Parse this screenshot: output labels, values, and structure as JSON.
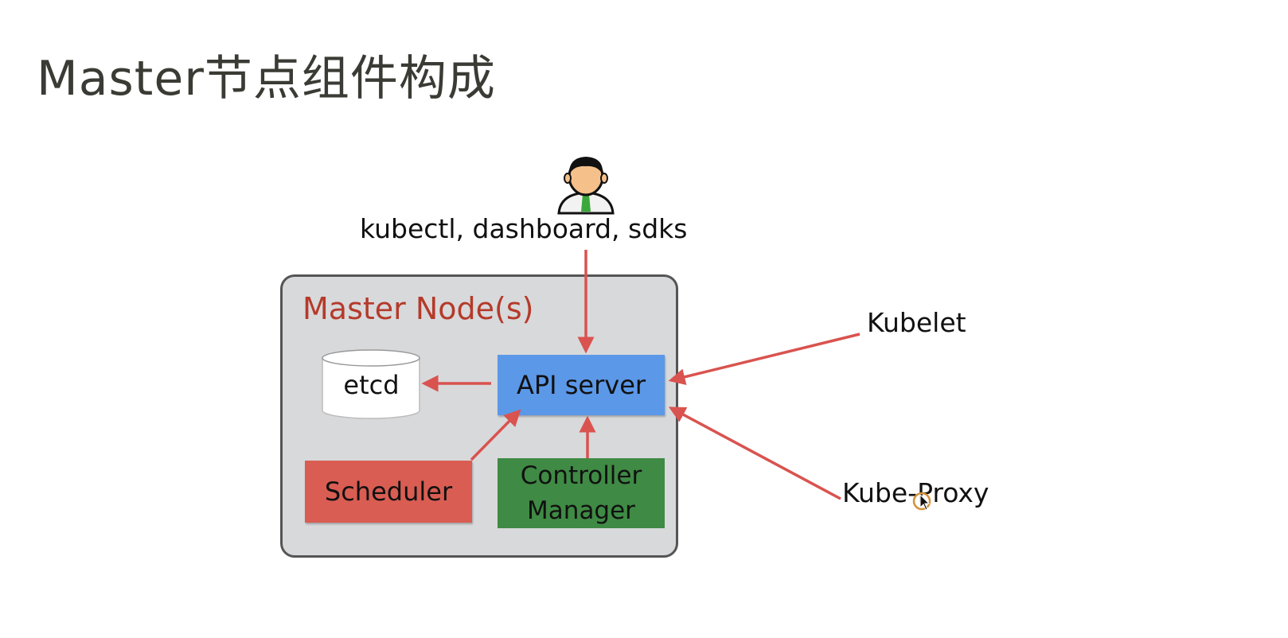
{
  "slide": {
    "title": "Master节点组件构成"
  },
  "diagram": {
    "client": {
      "icon": "user-icon",
      "label": "kubectl, dashboard, sdks"
    },
    "master_node": {
      "label": "Master Node(s)",
      "components": {
        "etcd": "etcd",
        "api_server": "API server",
        "scheduler": "Scheduler",
        "controller_manager_line1": "Controller",
        "controller_manager_line2": "Manager"
      }
    },
    "external": {
      "kubelet": "Kubelet",
      "kube_proxy": "Kube-Proxy"
    },
    "colors": {
      "arrow": "#d9534f",
      "api_server": "#5b98e8",
      "scheduler": "#d95d52",
      "controller_manager": "#3f8a44",
      "master_label": "#b53a2a",
      "master_bg": "#d8d9db"
    },
    "connections": [
      {
        "from": "client",
        "to": "api_server"
      },
      {
        "from": "api_server",
        "to": "etcd"
      },
      {
        "from": "scheduler",
        "to": "api_server"
      },
      {
        "from": "controller_manager",
        "to": "api_server"
      },
      {
        "from": "kubelet",
        "to": "api_server"
      },
      {
        "from": "kube_proxy",
        "to": "api_server"
      }
    ]
  }
}
